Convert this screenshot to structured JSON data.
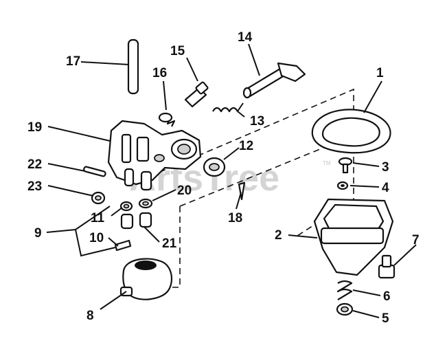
{
  "watermark": {
    "text": "ArtsTree",
    "trademark": "TM"
  },
  "callouts": [
    {
      "id": "1",
      "label": "1"
    },
    {
      "id": "2",
      "label": "2"
    },
    {
      "id": "3",
      "label": "3"
    },
    {
      "id": "4",
      "label": "4"
    },
    {
      "id": "5",
      "label": "5"
    },
    {
      "id": "6",
      "label": "6"
    },
    {
      "id": "7",
      "label": "7"
    },
    {
      "id": "8",
      "label": "8"
    },
    {
      "id": "9",
      "label": "9"
    },
    {
      "id": "10",
      "label": "10"
    },
    {
      "id": "11",
      "label": "11"
    },
    {
      "id": "12",
      "label": "12"
    },
    {
      "id": "13",
      "label": "13"
    },
    {
      "id": "14",
      "label": "14"
    },
    {
      "id": "15",
      "label": "15"
    },
    {
      "id": "16",
      "label": "16"
    },
    {
      "id": "17",
      "label": "17"
    },
    {
      "id": "18",
      "label": "18"
    },
    {
      "id": "19",
      "label": "19"
    },
    {
      "id": "20",
      "label": "20"
    },
    {
      "id": "21",
      "label": "21"
    },
    {
      "id": "22",
      "label": "22"
    },
    {
      "id": "23",
      "label": "23"
    }
  ],
  "colors": {
    "ink": "#111111",
    "background": "#ffffff",
    "watermark": "#d4d4d4"
  }
}
